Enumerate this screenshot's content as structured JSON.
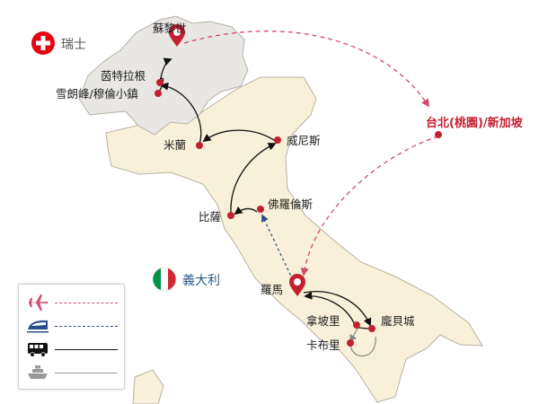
{
  "countries": {
    "switzerland": {
      "name": "瑞士",
      "flag_colors": [
        "#e30613",
        "#ffffff"
      ]
    },
    "italy": {
      "name": "義大利",
      "flag_colors": [
        "#009246",
        "#ffffff",
        "#ce2b37"
      ]
    }
  },
  "cities": {
    "zurich": "蘇黎世",
    "interlaken": "茵特拉根",
    "grindelwald": "雪朗峰/穆倫小鎮",
    "milan": "米蘭",
    "venice": "威尼斯",
    "florence": "佛羅倫斯",
    "pisa": "比薩",
    "rome": "羅馬",
    "naples": "拿坡里",
    "pompeii": "龐貝城",
    "capri": "卡布里"
  },
  "hub": {
    "name": "台北(桃園)/新加坡"
  },
  "legend": [
    {
      "mode": "flight",
      "icon": "airplane-icon",
      "line_style": "dashed",
      "color": "#d04a6e"
    },
    {
      "mode": "high-speed-train",
      "icon": "train-icon",
      "line_style": "dashed",
      "color": "#2a4d8a"
    },
    {
      "mode": "bus",
      "icon": "bus-icon",
      "line_style": "solid",
      "color": "#111111"
    },
    {
      "mode": "ferry",
      "icon": "ship-icon",
      "line_style": "solid",
      "color": "#999999"
    }
  ],
  "colors": {
    "switzerland_fill": "#e8e7e3",
    "italy_fill": "#f8f0d8",
    "border": "#b7b2a6",
    "marker": "#c42032",
    "flight_route": "#d04a6e",
    "train_route": "#2a4d8a",
    "bus_route": "#111111",
    "ferry_route": "#999999"
  }
}
